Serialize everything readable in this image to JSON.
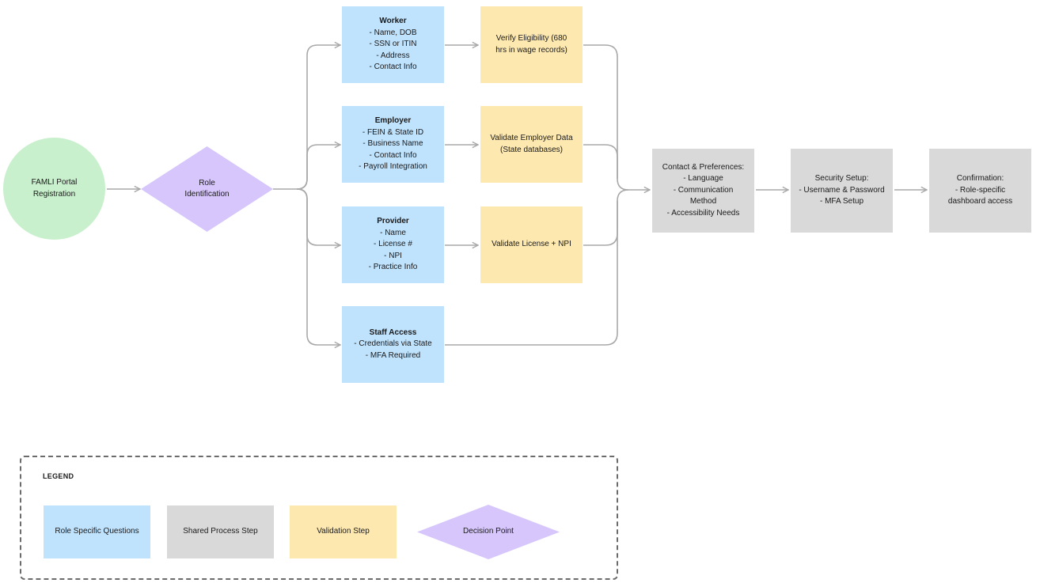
{
  "start": {
    "lines": [
      "FAMLI Portal",
      "Registration"
    ]
  },
  "role_decision": {
    "lines": [
      "Role",
      "Identification"
    ]
  },
  "roles": {
    "worker": {
      "title": "Worker",
      "items": [
        "- Name, DOB",
        "- SSN or ITIN",
        "- Address",
        "- Contact Info"
      ]
    },
    "employer": {
      "title": "Employer",
      "items": [
        "- FEIN & State ID",
        "- Business Name",
        "- Contact Info",
        "- Payroll Integration"
      ]
    },
    "provider": {
      "title": "Provider",
      "items": [
        "- Name",
        "- License #",
        "- NPI",
        "- Practice Info"
      ]
    },
    "staff": {
      "title": "Staff Access",
      "items": [
        "- Credentials via State",
        "- MFA Required"
      ]
    }
  },
  "validations": {
    "worker": {
      "lines": [
        "Verify Eligibility (680",
        "hrs in wage records)"
      ]
    },
    "employer": {
      "lines": [
        "Validate Employer Data",
        "(State databases)"
      ]
    },
    "provider": {
      "lines": [
        "Validate License + NPI"
      ]
    }
  },
  "shared_steps": {
    "contact": {
      "lines": [
        "Contact & Preferences:",
        "- Language",
        "- Communication",
        "Method",
        "- Accessibility Needs"
      ]
    },
    "security": {
      "lines": [
        "Security Setup:",
        "- Username & Password",
        "- MFA Setup"
      ]
    },
    "confirmation": {
      "lines": [
        "Confirmation:",
        "- Role-specific",
        "dashboard access"
      ]
    }
  },
  "legend": {
    "title": "LEGEND",
    "role_specific": "Role Specific Questions",
    "shared_step": "Shared Process Step",
    "validation": "Validation Step",
    "decision": "Decision Point"
  },
  "colors": {
    "role_specific": "#bfe2fd",
    "shared_step": "#d9d9d9",
    "validation": "#fde8b0",
    "decision": "#d6c6fb",
    "start": "#c8f0cc",
    "connector": "#a8a8a8"
  }
}
